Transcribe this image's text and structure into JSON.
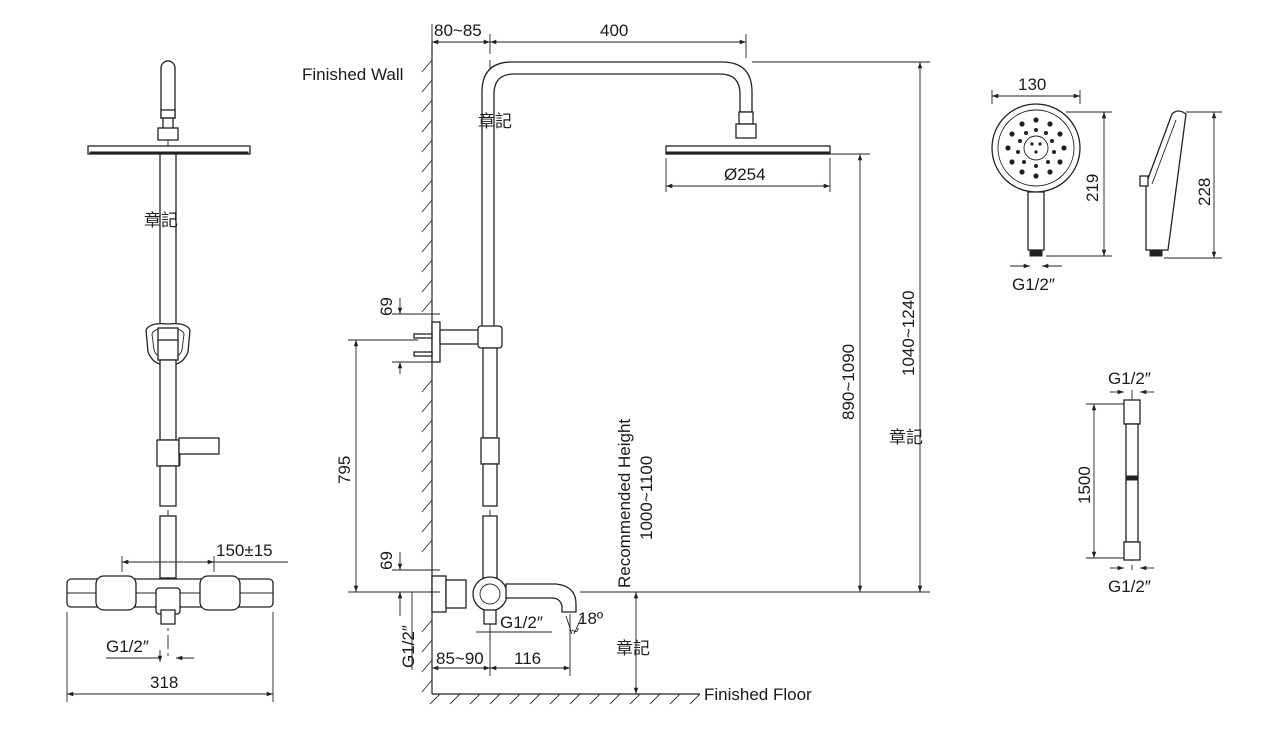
{
  "labels": {
    "finished_wall": "Finished Wall",
    "finished_floor": "Finished Floor",
    "recommended_height": "Recommended Height",
    "recommended_height_value": "1000~1100",
    "stamp": "章記"
  },
  "dimensions": {
    "wall_offset_top": "80~85",
    "arm_length": "400",
    "head_diameter": "Ø254",
    "head_height_a": "1040~1240",
    "head_height_b": "890~1090",
    "bracket_upper": "69",
    "bracket_lower": "69",
    "bracket_spacing": "795",
    "inlet_left": "G1/2″",
    "wall_offset_bottom": "85~90",
    "spout_length": "116",
    "outlet_thread": "G1/2″",
    "spout_angle": "18º",
    "inlet_spacing": "150±15",
    "inlet_thread_front": "G1/2″",
    "mixer_width": "318",
    "handshower_width": "130",
    "handshower_face_height": "219",
    "handshower_height": "228",
    "handshower_thread": "G1/2″",
    "hose_thread_top": "G1/2″",
    "hose_length": "1500",
    "hose_thread_bottom": "G1/2″"
  }
}
